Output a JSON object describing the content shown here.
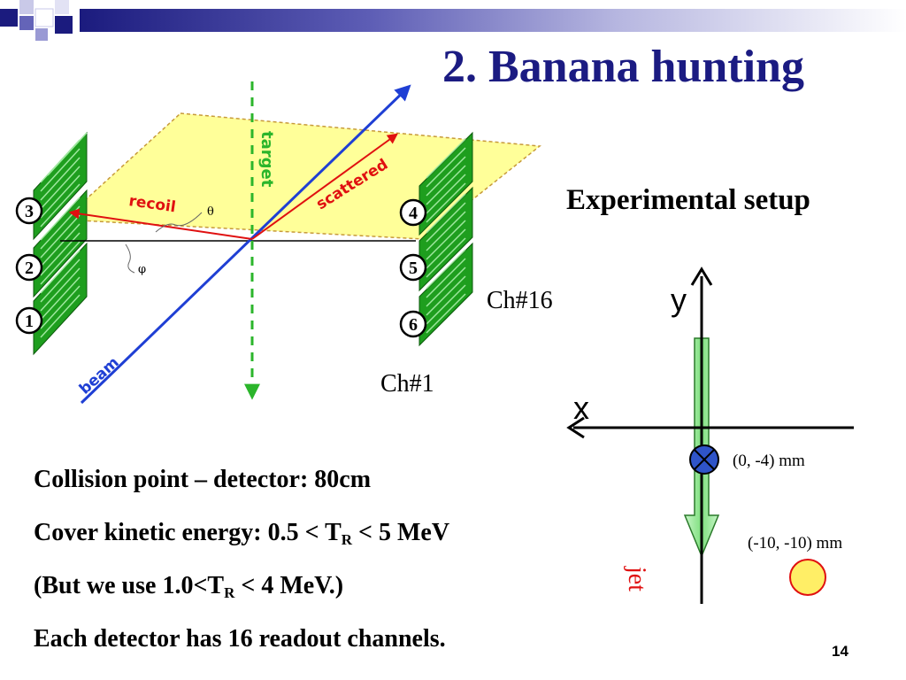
{
  "slide": {
    "title": "2. Banana hunting",
    "page_number": "14"
  },
  "diagram": {
    "labels": {
      "target": "target",
      "scattered": "scattered",
      "recoil": "recoil",
      "beam": "beam",
      "theta": "θ",
      "phi": "φ"
    },
    "detectors": [
      "1",
      "2",
      "3",
      "4",
      "5",
      "6"
    ],
    "channels": {
      "top": "Ch#16",
      "bottom": "Ch#1"
    }
  },
  "setup": {
    "heading": "Experimental setup",
    "axis_y": "y",
    "axis_x": "x",
    "jet_label": "jet",
    "jet_position": "(0, -4) mm",
    "target_position": "(-10, -10) mm"
  },
  "facts": {
    "distance": "Collision point – detector:  80cm",
    "energy_prefix": "Cover kinetic energy: 0.5 < T",
    "energy_sub": "R",
    "energy_suffix": " < 5 MeV",
    "use_prefix": "(But we use 1.0<T",
    "use_sub": "R",
    "use_suffix": " < 4 MeV.)",
    "channels": "Each detector has 16 readout channels."
  },
  "colors": {
    "title": "#1b1b82",
    "plane_fill": "#ffff99",
    "plane_edge": "#c79a3a",
    "target_line": "#2bb52b",
    "beam_line": "#1f3fd4",
    "recoil_line": "#e01010",
    "detector_green": "#1e9e1e",
    "jet_fill": "#2f54c8",
    "target_fill": "#ffee66"
  }
}
